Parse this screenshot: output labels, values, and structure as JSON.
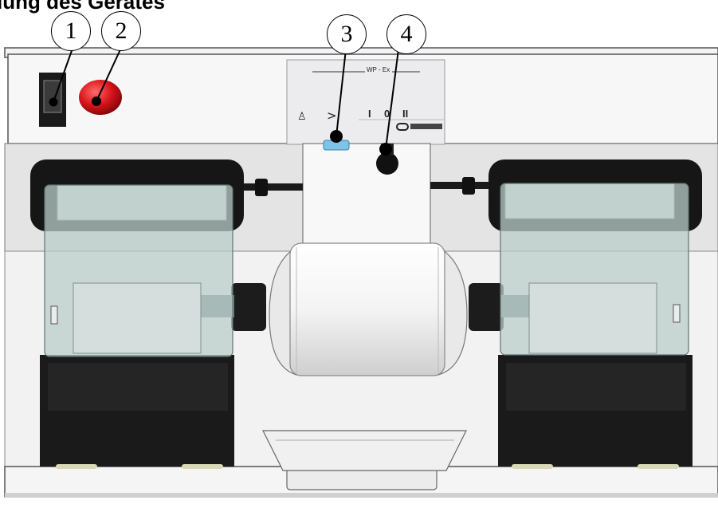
{
  "heading": "lung des Gerätes",
  "callouts": [
    {
      "number": "1",
      "target": "power-switch"
    },
    {
      "number": "2",
      "target": "indicator-lamp"
    },
    {
      "number": "3",
      "target": "suction-flap-button"
    },
    {
      "number": "4",
      "target": "speed-knob"
    }
  ],
  "control_panel": {
    "model_label": "WP - Ex",
    "speed_marks": [
      "I",
      "0",
      "II"
    ]
  },
  "colors": {
    "lamp_red": "#d8141a",
    "shield_tint": "#b9ccc9",
    "housing_gray": "#ececec",
    "black_base": "#1c1c1c",
    "flap_blue": "#7fc3e8"
  }
}
